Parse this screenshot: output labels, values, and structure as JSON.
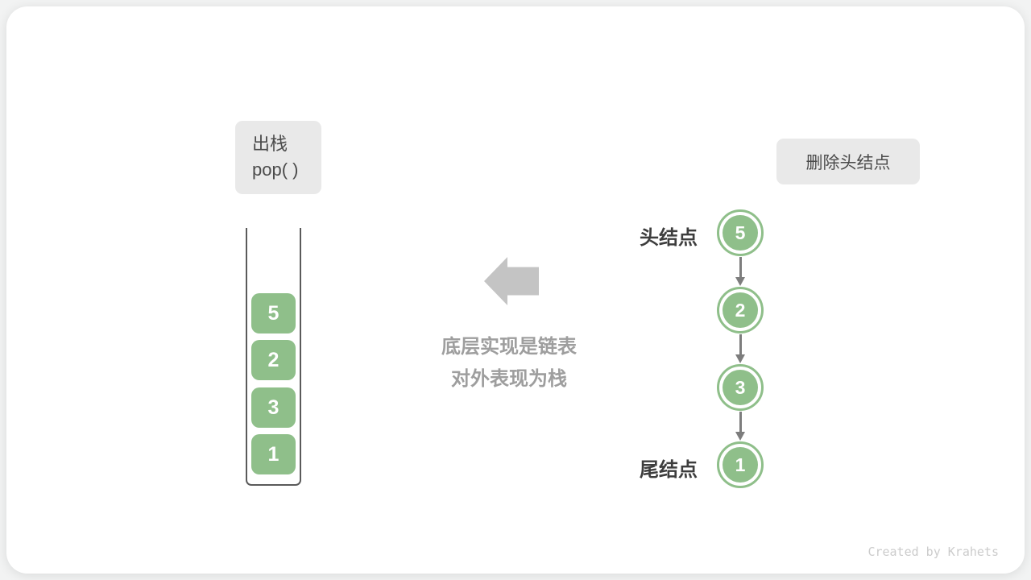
{
  "colors": {
    "node_green": "#8fbf8a",
    "label_box_bg": "#e9e9e9",
    "label_box_text": "#4b4b4b",
    "container_stroke": "#5a5a5a",
    "big_arrow_gray": "#c4c4c4",
    "caption_gray": "#9e9e9e",
    "side_label_text": "#3d3d3d",
    "link_arrow_gray": "#7d7d7d",
    "footer_gray": "#cccccc"
  },
  "stack_panel": {
    "operation_label": {
      "line1": "出栈",
      "line2": "pop( )"
    },
    "items_top_to_bottom": [
      "5",
      "2",
      "3",
      "1"
    ]
  },
  "center": {
    "arrow_icon": "left-block-arrow",
    "caption_line1": "底层实现是链表",
    "caption_line2": "对外表现为栈"
  },
  "list_panel": {
    "operation_label": "删除头结点",
    "head_label": "头结点",
    "tail_label": "尾结点",
    "nodes_head_to_tail": [
      "5",
      "2",
      "3",
      "1"
    ]
  },
  "footer": {
    "text": "Created by Krahets"
  }
}
